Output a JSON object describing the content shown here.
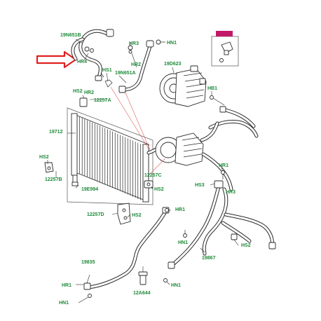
{
  "labels": {
    "l_19n651b": "19N651B",
    "l_hr4": "HR4",
    "l_hr3_top": "HR3",
    "l_hn1_top": "HN1",
    "l_hr2_top": "HR2",
    "l_hs1": "HS1",
    "l_19n651a": "19N651A",
    "l_19d623": "19D623",
    "l_hs2_a": "HS2",
    "l_hr2_mid": "HR2",
    "l_12257a": "12257A",
    "l_hb1": "HB1",
    "l_19712": "19712",
    "l_hs2_left": "HS2",
    "l_12257b": "12257B",
    "l_19e994": "19E994",
    "l_12257c": "12257C",
    "l_hs2_mid": "HS2",
    "l_hr1_right": "HR1",
    "l_hs3": "HS3",
    "l_hr3_right": "HR3",
    "l_hr1_mid": "HR1",
    "l_12257d": "12257D",
    "l_hs2_low": "HS2",
    "l_hn1_mid": "HN1",
    "l_hs2_right": "HS2",
    "l_19867": "19867",
    "l_19835": "19835",
    "l_hr1_bottom": "HR1",
    "l_12a644": "12A644",
    "l_hn1_bottom_right": "HN1",
    "l_hn1_bottom_left": "HN1"
  },
  "colors": {
    "label_green": "#1f8a3a",
    "arrow_red": "#e02020",
    "badge_magenta": "#c2186a"
  },
  "icons": {
    "callout_arrow": "red-outline-arrow-icon",
    "part_badge": "magenta-part-badge-icon"
  }
}
